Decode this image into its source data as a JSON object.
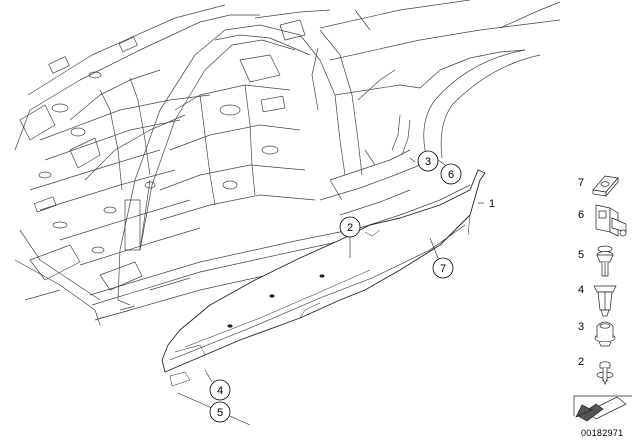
{
  "diagram": {
    "callouts": [
      {
        "id": "c1",
        "label": "1"
      },
      {
        "id": "c2",
        "label": "2"
      },
      {
        "id": "c3",
        "label": "3"
      },
      {
        "id": "c6",
        "label": "6"
      },
      {
        "id": "c7",
        "label": "7"
      },
      {
        "id": "c4",
        "label": "4"
      },
      {
        "id": "c5",
        "label": "5"
      }
    ],
    "legend": [
      {
        "label": "7",
        "part": "nut-clip-icon"
      },
      {
        "label": "6",
        "part": "bracket-clip-icon"
      },
      {
        "label": "5",
        "part": "expansion-rivet-icon"
      },
      {
        "label": "4",
        "part": "push-rivet-icon"
      },
      {
        "label": "3",
        "part": "grommet-icon"
      },
      {
        "label": "2",
        "part": "screw-icon"
      }
    ],
    "document_number": "00182971"
  }
}
